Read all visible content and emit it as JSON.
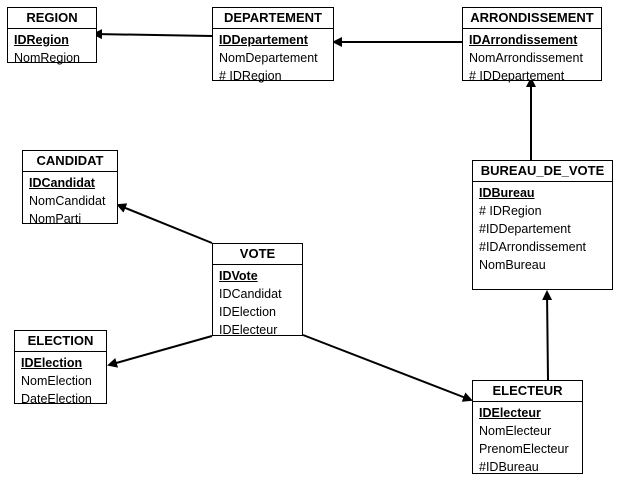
{
  "entities": {
    "region": {
      "title": "REGION",
      "fields": [
        "IDRegion",
        "NomRegion"
      ]
    },
    "departement": {
      "title": "DEPARTEMENT",
      "fields": [
        "IDDepartement",
        "NomDepartement",
        "# IDRegion"
      ]
    },
    "arrondissement": {
      "title": "ARRONDISSEMENT",
      "fields": [
        "IDArrondissement",
        "NomArrondissement",
        "# IDDepartement"
      ]
    },
    "candidat": {
      "title": "CANDIDAT",
      "fields": [
        "IDCandidat",
        "NomCandidat",
        "NomParti"
      ]
    },
    "bureau_de_vote": {
      "title": "BUREAU_DE_VOTE",
      "fields": [
        "IDBureau",
        "# IDRegion",
        "#IDDepartement",
        "#IDArrondissement",
        "NomBureau"
      ]
    },
    "vote": {
      "title": "VOTE",
      "fields": [
        "IDVote",
        "IDCandidat",
        "IDElection",
        "IDElecteur"
      ]
    },
    "election": {
      "title": "ELECTION",
      "fields": [
        "IDElection",
        "NomElection",
        "DateElection"
      ]
    },
    "electeur": {
      "title": "ELECTEUR",
      "fields": [
        "IDElecteur",
        "NomElecteur",
        "PrenomElecteur",
        "#IDBureau"
      ]
    }
  }
}
